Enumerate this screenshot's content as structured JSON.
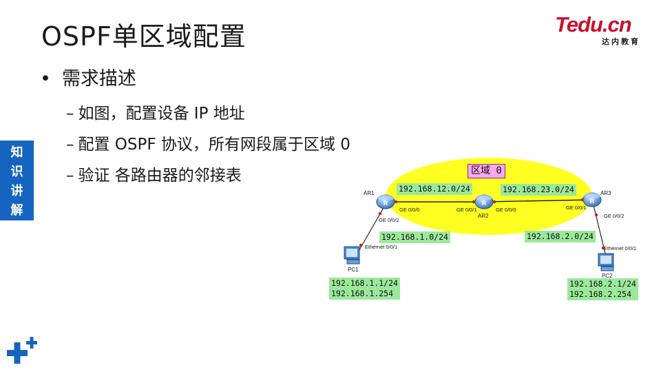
{
  "title": "OSPF单区域配置",
  "logo": {
    "main": "Tedu.cn",
    "sub": "达内教育"
  },
  "bullet": "需求描述",
  "subitems": [
    "如图，配置设备 IP 地址",
    "配置 OSPF 协议，所有网段属于区域 0",
    "验证 各路由器的邻接表"
  ],
  "side_tab": [
    "知",
    "识",
    "讲",
    "解"
  ],
  "diagram": {
    "area_label": "区域 0",
    "routers": [
      "AR1",
      "AR2",
      "AR3"
    ],
    "pcs": [
      "PC1",
      "PC2"
    ],
    "router_icon_letter": "R",
    "networks": [
      "192.168.12.0/24",
      "192.168.23.0/24",
      "192.168.1.0/24",
      "192.168.2.0/24"
    ],
    "interfaces": {
      "ar1_ar2": "GE 0/0/0",
      "ar2_ar1": "GE 0/0/1",
      "ar2_ar3": "GE 0/0/0",
      "ar3_ar2": "GE 0/0/1",
      "ar1_pc1": "GE 0/0/2",
      "ar3_pc2": "GE 0/0/2",
      "pc1_eth": "Ethernet 0/0/1",
      "pc2_eth": "Ethernet 0/0/1"
    },
    "pc1_config": [
      "192.168.1.1/24",
      "192.168.1.254"
    ],
    "pc2_config": [
      "192.168.2.1/24",
      "192.168.2.254"
    ]
  },
  "colors": {
    "ellipse": "#ffff22",
    "net_box": "#9be89b",
    "area_label_bg": "#f7a6f0",
    "side_tab": "#1565c0",
    "logo": "#c8102e"
  }
}
